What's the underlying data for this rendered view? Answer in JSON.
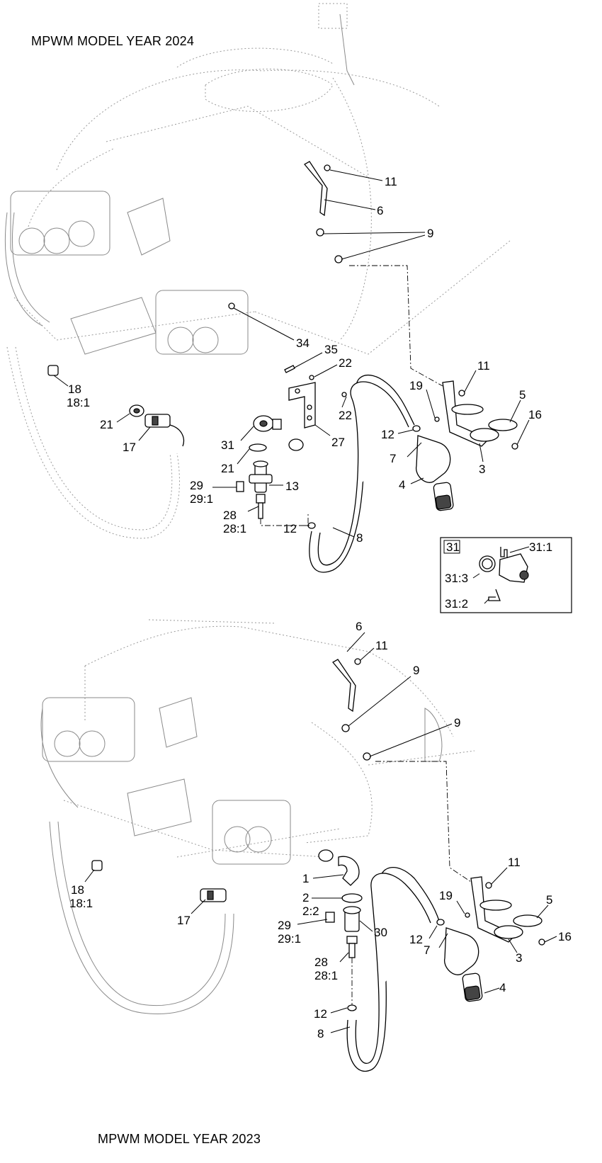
{
  "titles": {
    "top": "MPWM MODEL YEAR 2024",
    "bottom": "MPWM MODEL YEAR 2023"
  },
  "top_callouts": [
    "11",
    "6",
    "9",
    "34",
    "35",
    "22",
    "22",
    "27",
    "18",
    "18:1",
    "21",
    "17",
    "31",
    "21",
    "29",
    "29:1",
    "13",
    "28",
    "28:1",
    "12",
    "8",
    "11",
    "19",
    "5",
    "16",
    "12",
    "7",
    "3",
    "4"
  ],
  "inset": {
    "header": "31",
    "labels": [
      "31:1",
      "31:3",
      "31:2"
    ]
  },
  "bottom_callouts": [
    "6",
    "11",
    "9",
    "9",
    "18",
    "18:1",
    "17",
    "1",
    "2",
    "2:2",
    "29",
    "29:1",
    "30",
    "28",
    "28:1",
    "12",
    "8",
    "11",
    "19",
    "5",
    "16",
    "12",
    "7",
    "3",
    "4"
  ]
}
